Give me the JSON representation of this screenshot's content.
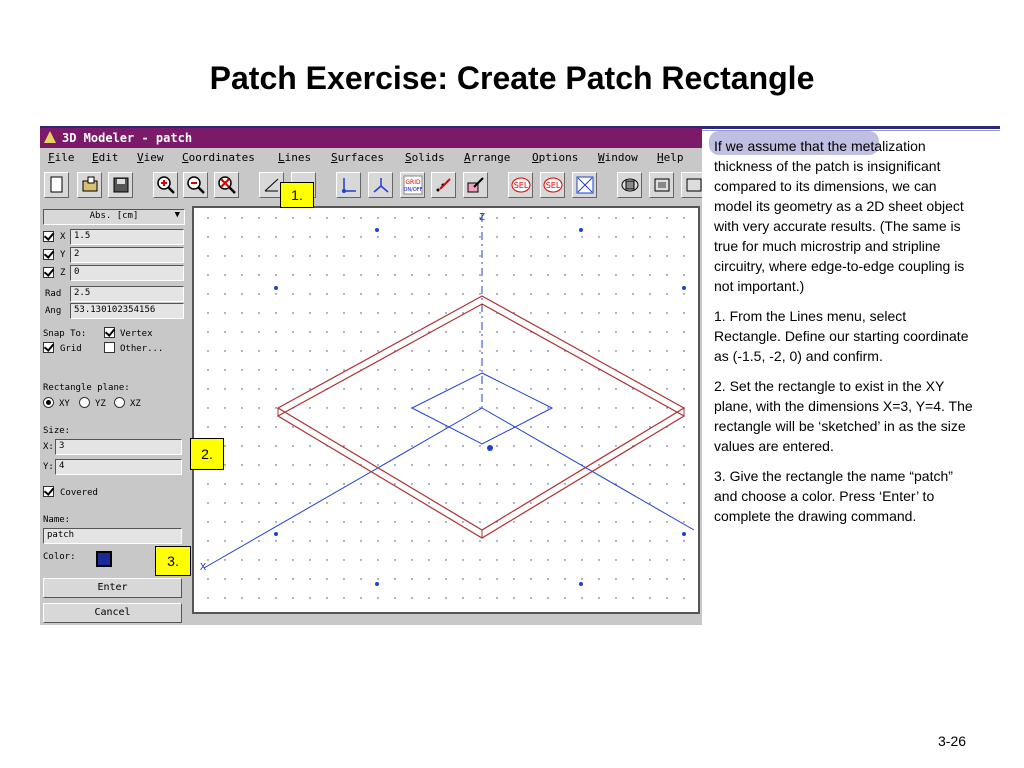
{
  "slide": {
    "title": "Patch Exercise: Create Patch Rectangle",
    "page_number": "3-26",
    "notes": [
      "If we assume that the metalization thickness of the patch is insignificant compared to its dimensions, we can model its geometry as a 2D sheet object with very accurate results.  (The same is true for much microstrip and stripline circuitry, where edge-to-edge coupling is not important.)",
      "1.  From the Lines menu, select Rectangle.  Define our starting coordinate as (-1.5, -2, 0) and confirm.",
      "2.  Set the rectangle to exist in the XY plane, with the dimensions X=3, Y=4.  The rectangle will be ‘sketched’ in as the size values are entered.",
      "3.  Give the rectangle the name “patch” and choose a color.  Press ‘Enter’ to complete the drawing command."
    ],
    "callouts": [
      "1.",
      "2.",
      "3."
    ]
  },
  "window": {
    "title": "3D Modeler - patch",
    "title_color": "#7a1a68"
  },
  "menu": [
    "File",
    "Edit",
    "View",
    "Coordinates",
    "Lines",
    "Surfaces",
    "Solids",
    "Arrange",
    "Options",
    "Window",
    "Help"
  ],
  "toolbar": {
    "icons": [
      "new-icon",
      "open-icon",
      "save-icon",
      "zoom-in-icon",
      "zoom-out-icon",
      "zoom-fit-icon",
      "measure-icon",
      "measure2-icon",
      "axis-icon",
      "axis-rotate-icon",
      "grid-toggle-icon",
      "snap-icon",
      "fill-icon",
      "select-icon",
      "select2-icon",
      "select-all-icon",
      "view-icon",
      "view2-icon",
      "view3-icon"
    ],
    "grid_label": "GRID",
    "grid_sub": "ON/OFF",
    "sel_label": "SEL"
  },
  "panel": {
    "units": "Abs. [cm]",
    "x_label": "X",
    "x_value": "1.5",
    "y_label": "Y",
    "y_value": "2",
    "z_label": "Z",
    "z_value": "0",
    "rad_label": "Rad",
    "rad_value": "2.5",
    "ang_label": "Ang",
    "ang_value": "53.130102354156",
    "snap_to_label": "Snap To:",
    "vertex_label": "Vertex",
    "grid_label": "Grid",
    "other_label": "Other...",
    "rect_plane_label": "Rectangle plane:",
    "plane_xy": "XY",
    "plane_yz": "YZ",
    "plane_xz": "XZ",
    "size_label": "Size:",
    "size_x_label": "X:",
    "size_x_value": "3",
    "size_y_label": "Y:",
    "size_y_value": "4",
    "covered_label": "Covered",
    "name_label": "Name:",
    "name_value": "patch",
    "color_label": "Color:",
    "color_value": "#1a2a9a",
    "enter_label": "Enter",
    "cancel_label": "Cancel"
  },
  "viewport": {
    "axis_z": "Z",
    "axis_x": "X",
    "axis_color": "#2040d0",
    "rect_color": "#b03030"
  }
}
